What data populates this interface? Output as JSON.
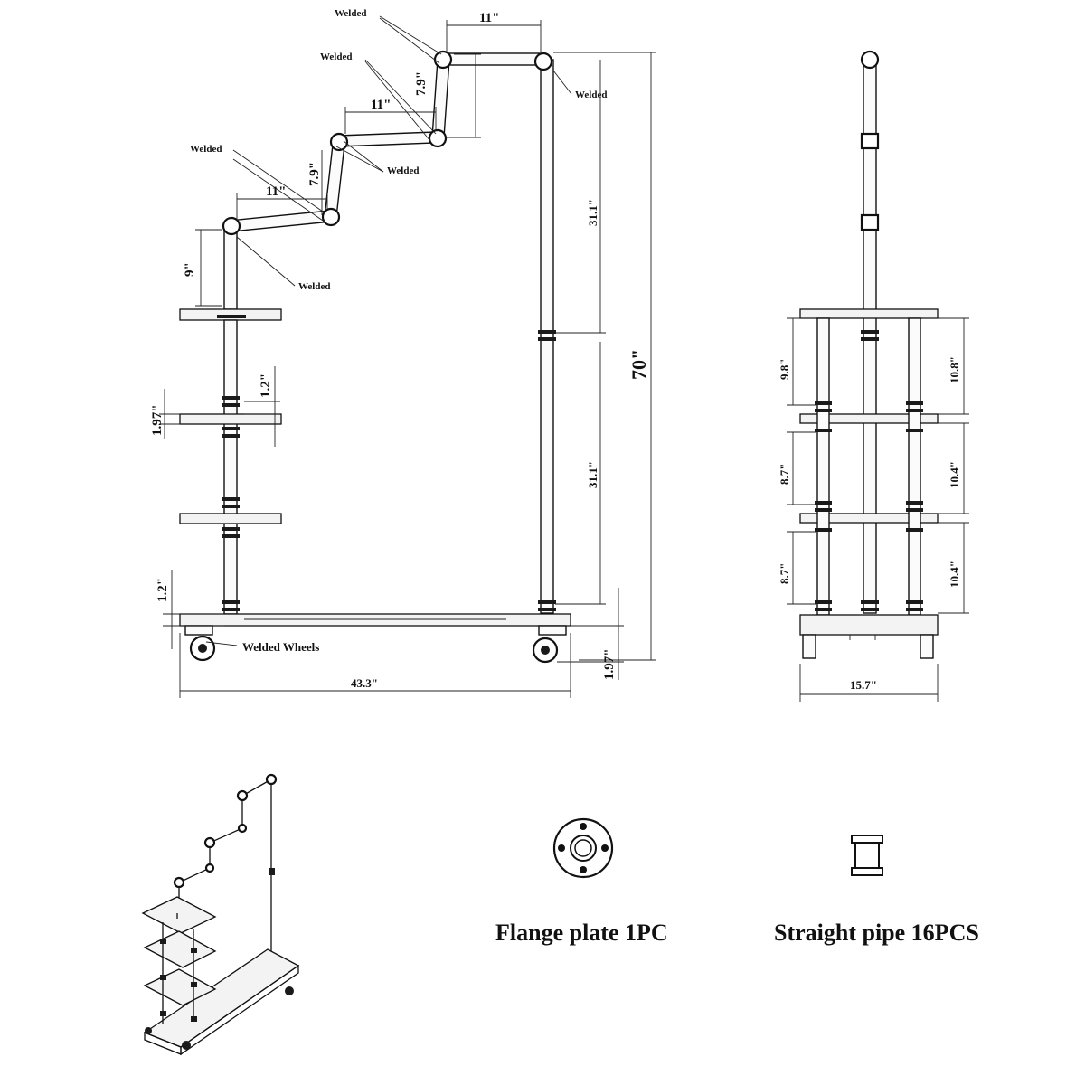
{
  "dimensions": {
    "top_width": "11\"",
    "step_upper_width": "11\"",
    "step_lower_width": "11\"",
    "step_upper_rise": "7.9\"",
    "step_lower_rise": "7.9\"",
    "riser_height": "9\"",
    "upright_upper": "31.1\"",
    "upright_lower": "31.1\"",
    "total_height": "70\"",
    "mid_shelf_gap": "1.2\"",
    "mid_shelf_thickness": "1.97\"",
    "base_gap": "1.2\"",
    "wheel_height": "1.97\"",
    "total_length": "43.3\"",
    "side_upper_left": "9.8\"",
    "side_upper_right": "10.8\"",
    "side_mid_left": "8.7\"",
    "side_mid_right": "10.4\"",
    "side_low_left": "8.7\"",
    "side_low_right": "10.4\"",
    "side_width": "15.7\""
  },
  "callouts": {
    "welded": "Welded",
    "welded_wheels": "Welded Wheels"
  },
  "parts": {
    "flange_label": "Flange plate 1PC",
    "straight_pipe_label": "Straight pipe 16PCS"
  }
}
